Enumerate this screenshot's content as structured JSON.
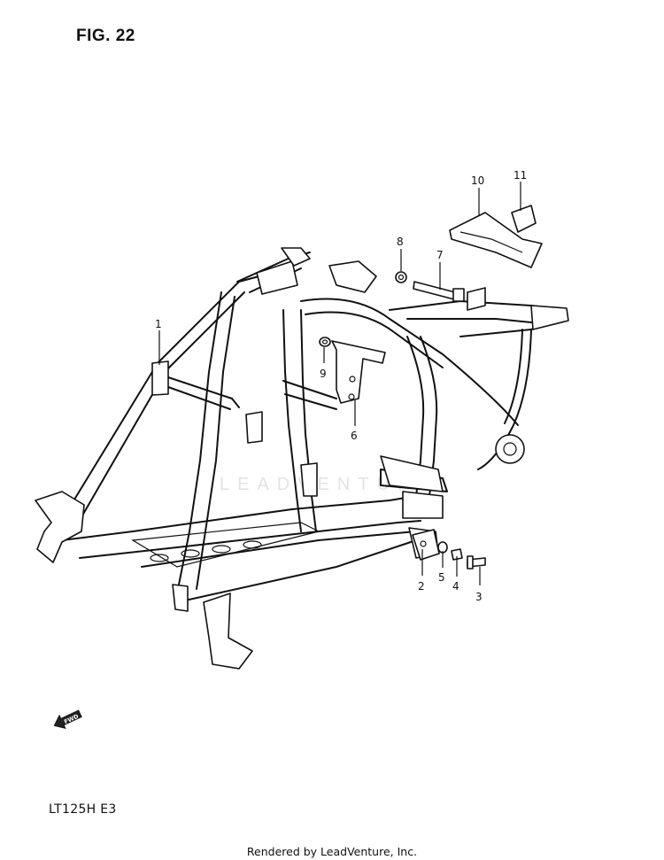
{
  "figure": {
    "title": "FIG. 22"
  },
  "model": "LT125H  E3",
  "footer": "Rendered by LeadVenture, Inc.",
  "watermark": "LEADVENTURE",
  "fwd_arrow": {
    "label": "FWD"
  },
  "callouts": {
    "p1": "1",
    "p2": "2",
    "p3": "3",
    "p4": "4",
    "p5": "5",
    "p6": "6",
    "p7": "7",
    "p8": "8",
    "p9": "9",
    "p10": "10",
    "p11": "11"
  },
  "colors": {
    "line": "#111111",
    "background": "#ffffff",
    "watermark": "#e3e3e3"
  }
}
